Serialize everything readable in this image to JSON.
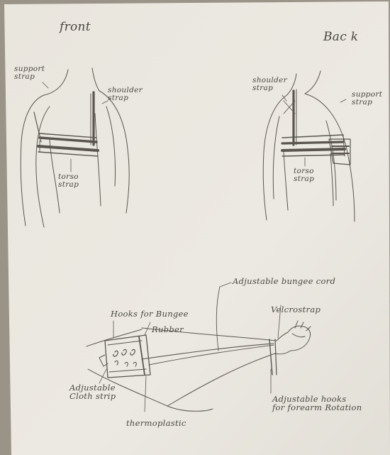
{
  "sketch": {
    "front_title": "front",
    "back_title": "Bac k",
    "front": {
      "support_strap": "support\nstrap",
      "shoulder_strap": "shoulder\nstrap",
      "torso_strap": "torso\nstrap"
    },
    "back": {
      "shoulder_strap": "shoulder\nstrap",
      "support_strap": "support\nstrap",
      "torso_strap": "torso\nstrap"
    },
    "arm": {
      "bungee_cord": "Adjustable bungee cord",
      "hooks_for_bungee": "Hooks for Bungee",
      "rubber": "Rubber",
      "velcro_strap": "Velcrostrap",
      "adjustable_cloth_strip": "Adjustable\nCloth strip",
      "thermoplastic": "thermoplastic",
      "adjustable_hooks": "Adjustable hooks\nfor forearm Rotation"
    }
  },
  "colors": {
    "paper": "#ece9e2",
    "pencil": "#5a564f",
    "background": "#9a9488"
  }
}
